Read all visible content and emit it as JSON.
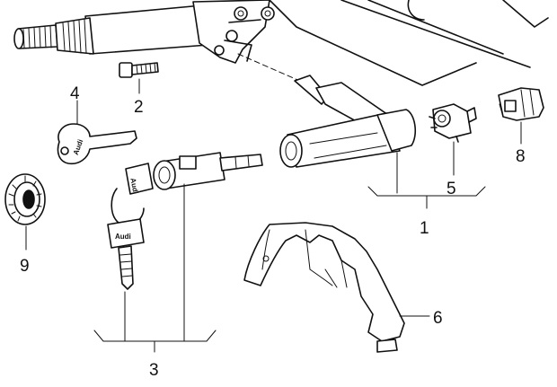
{
  "callouts": [
    "1",
    "2",
    "3",
    "4",
    "5",
    "6",
    "8",
    "9"
  ],
  "key_brand": "Audi",
  "colors": {
    "ink": "#111111",
    "paper": "#ffffff"
  }
}
